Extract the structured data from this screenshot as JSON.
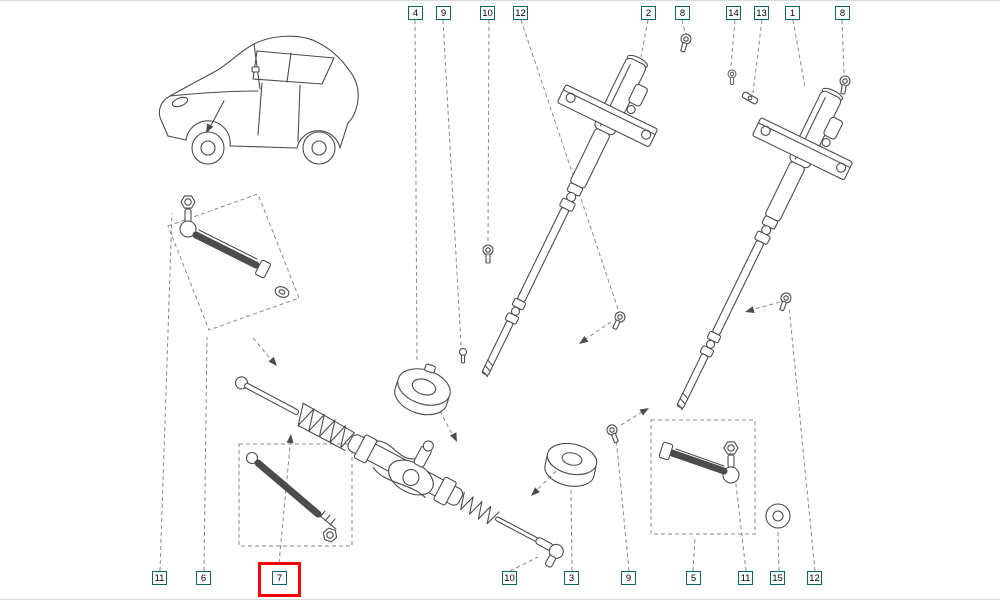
{
  "diagram": {
    "description": "Steering system exploded parts diagram with numbered callouts",
    "accent_color": "#0e6363",
    "line_color": "#4c4c4c",
    "highlight_color": "#ff0000",
    "highlighted_callout": "7",
    "callouts_top": [
      {
        "label": "4"
      },
      {
        "label": "9"
      },
      {
        "label": "10"
      },
      {
        "label": "12"
      },
      {
        "label": "2"
      },
      {
        "label": "8"
      },
      {
        "label": "14"
      },
      {
        "label": "13"
      },
      {
        "label": "1"
      },
      {
        "label": "8"
      }
    ],
    "callouts_bottom": [
      {
        "label": "11"
      },
      {
        "label": "6"
      },
      {
        "label": "7"
      },
      {
        "label": "10"
      },
      {
        "label": "3"
      },
      {
        "label": "9"
      },
      {
        "label": "5"
      },
      {
        "label": "11"
      },
      {
        "label": "15"
      },
      {
        "label": "12"
      }
    ]
  }
}
